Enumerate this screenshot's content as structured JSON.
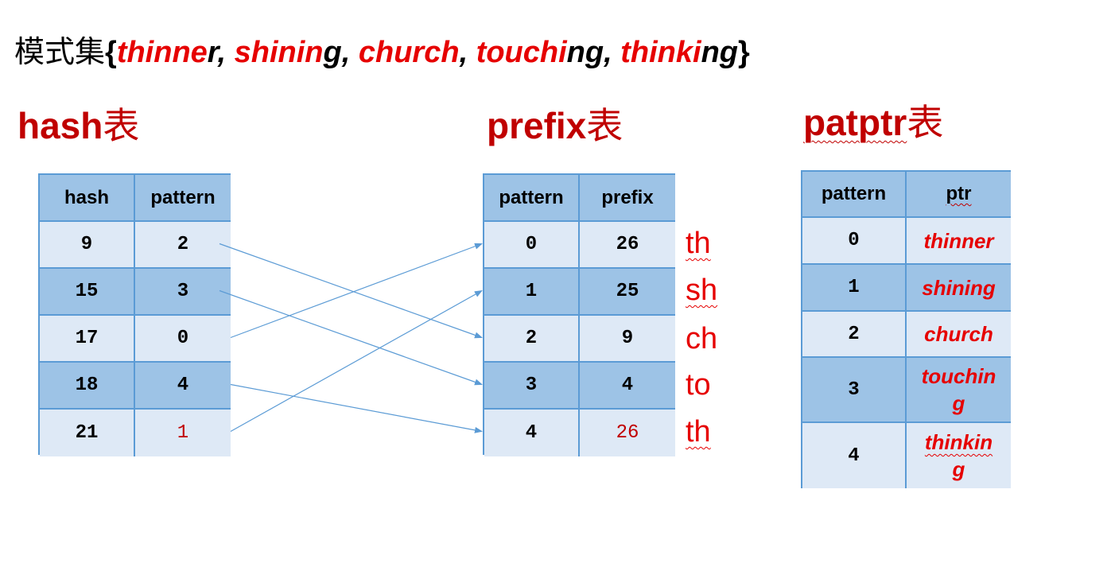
{
  "heading": {
    "prefix": "模式集",
    "open_brace": "{",
    "close_brace": "}",
    "words": [
      {
        "red": "thinne",
        "black": "r",
        "sep": ", "
      },
      {
        "red": "shinin",
        "black": "g",
        "sep": ", "
      },
      {
        "red": "church",
        "black": "",
        "sep": ", "
      },
      {
        "red": "touchi",
        "black": "ng",
        "sep": ", "
      },
      {
        "red": "thinki",
        "black": "ng",
        "sep": ""
      }
    ]
  },
  "hash_table": {
    "title": "hash",
    "title_suffix": "表",
    "headers": [
      "hash",
      "pattern"
    ],
    "rows": [
      {
        "hash": "9",
        "pattern": "2"
      },
      {
        "hash": "15",
        "pattern": "3"
      },
      {
        "hash": "17",
        "pattern": "0"
      },
      {
        "hash": "18",
        "pattern": "4"
      },
      {
        "hash": "21",
        "pattern": "1"
      }
    ]
  },
  "prefix_table": {
    "title": "prefix",
    "title_suffix": "表",
    "headers": [
      "pattern",
      "prefix"
    ],
    "rows": [
      {
        "pattern": "0",
        "prefix": "26",
        "label": "th"
      },
      {
        "pattern": "1",
        "prefix": "25",
        "label": "sh"
      },
      {
        "pattern": "2",
        "prefix": "9",
        "label": "ch"
      },
      {
        "pattern": "3",
        "prefix": "4",
        "label": "to"
      },
      {
        "pattern": "4",
        "prefix": "26",
        "label": "th"
      }
    ]
  },
  "patptr_table": {
    "title": "patptr",
    "title_suffix": "表",
    "headers": [
      "pattern",
      "ptr"
    ],
    "rows": [
      {
        "pattern": "0",
        "ptr_line1": "thinner",
        "ptr_line2": ""
      },
      {
        "pattern": "1",
        "ptr_line1": "shining",
        "ptr_line2": ""
      },
      {
        "pattern": "2",
        "ptr_line1": "church",
        "ptr_line2": ""
      },
      {
        "pattern": "3",
        "ptr_line1": "touchin",
        "ptr_line2": "g"
      },
      {
        "pattern": "4",
        "ptr_line1": "thinkin",
        "ptr_line2": "g"
      }
    ]
  },
  "arrows": [
    {
      "from_hash_row": 0,
      "to_prefix_row": 2
    },
    {
      "from_hash_row": 1,
      "to_prefix_row": 3
    },
    {
      "from_hash_row": 2,
      "to_prefix_row": 0
    },
    {
      "from_hash_row": 3,
      "to_prefix_row": 4
    },
    {
      "from_hash_row": 4,
      "to_prefix_row": 1
    }
  ],
  "colors": {
    "title_red": "#c00000",
    "text_red": "#e60000",
    "table_border": "#5b9bd5",
    "header_fill": "#9dc3e6",
    "light_fill": "#dee9f6",
    "arrow": "#5b9bd5"
  }
}
